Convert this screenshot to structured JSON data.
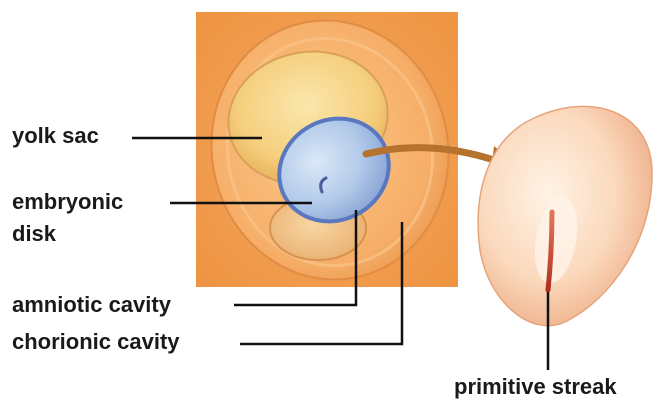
{
  "labels": {
    "yolk_sac": "yolk sac",
    "embryonic_disk_line1": "embryonic",
    "embryonic_disk_line2": "disk",
    "amniotic_cavity": "amniotic cavity",
    "chorionic_cavity": "chorionic cavity",
    "primitive_streak": "primitive streak"
  },
  "colors": {
    "background_panel": "#f29d4f",
    "yolk_sac": "#f5d488",
    "embryonic_disk": "#b8cdea",
    "disk_outline": "#5a78c0",
    "amniotic_cavity": "#f3c68e",
    "chorionic_ring": "#f7b26e",
    "arrow": "#b5732e",
    "embryo_enlarged": "#fbdcc3",
    "streak": "#b83a2a",
    "leader_lines": "#111111"
  }
}
